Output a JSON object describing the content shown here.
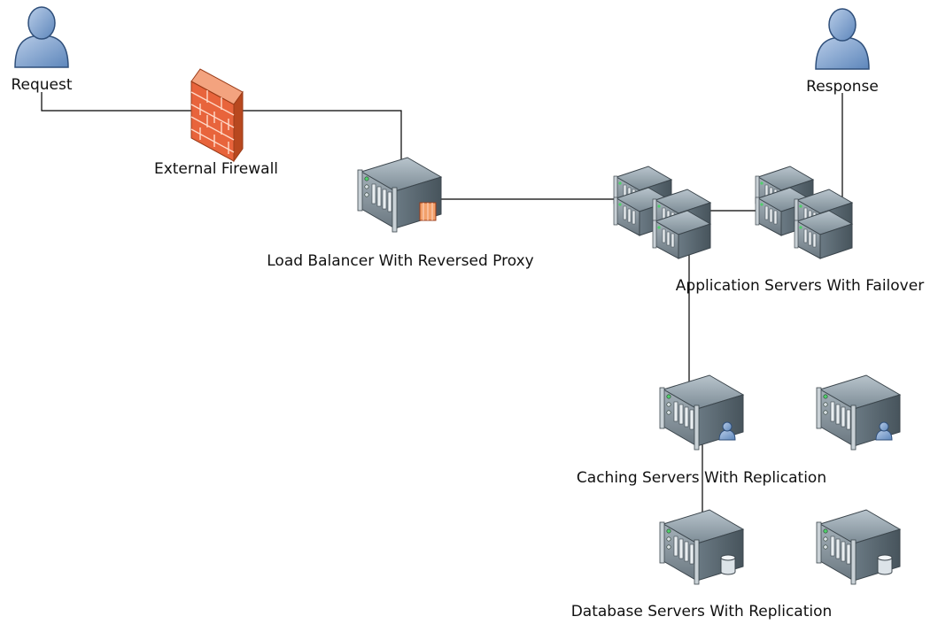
{
  "labels": {
    "request": "Request",
    "response": "Response",
    "firewall": "External Firewall",
    "load_balancer": "Load Balancer With Reversed Proxy",
    "app_servers": "Application Servers With Failover",
    "caching": "Caching Servers With Replication",
    "database": "Database Servers With Replication"
  },
  "icons": {
    "user": "user-icon",
    "firewall": "firewall-icon",
    "server": "server-icon",
    "proxy_badge": "proxy-badge-icon",
    "cache_badge": "user-badge-icon",
    "db_badge": "database-badge-icon"
  },
  "colors": {
    "user_fill": "#7fa3cf",
    "firewall": "#e8643c",
    "server": "#8b9aa4",
    "line": "#000000"
  }
}
